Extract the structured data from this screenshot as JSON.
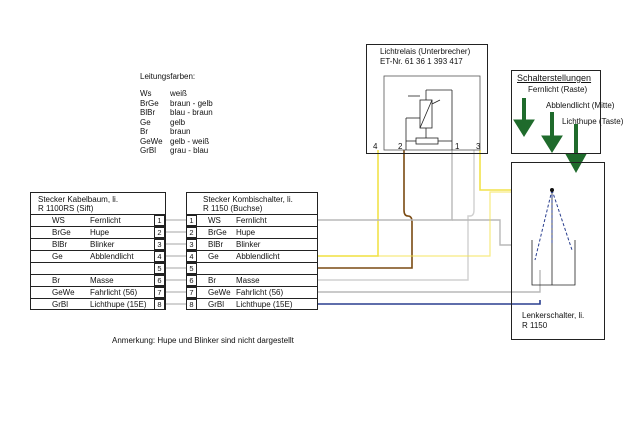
{
  "legend": {
    "title": "Leitungsfarben:",
    "items": [
      {
        "code": "Ws",
        "desc": "weiß"
      },
      {
        "code": "BrGe",
        "desc": "braun - gelb"
      },
      {
        "code": "BlBr",
        "desc": "blau - braun"
      },
      {
        "code": "Ge",
        "desc": "gelb"
      },
      {
        "code": "Br",
        "desc": "braun"
      },
      {
        "code": "GeWe",
        "desc": "gelb - weiß"
      },
      {
        "code": "GrBl",
        "desc": "grau - blau"
      }
    ]
  },
  "relay": {
    "title": "Lichtrelais (Unterbrecher)",
    "part_no": "ET-Nr. 61 36 1 393 417",
    "pins": [
      "4",
      "2",
      "1",
      "3"
    ]
  },
  "switch_positions": {
    "title": "Schalterstellungen",
    "items": [
      "Fernlicht (Raste)",
      "Abblendlicht (Mitte)",
      "Lichthupe (Taste)"
    ]
  },
  "left_plug": {
    "title": "Stecker Kabelbaum, li.",
    "subtitle": "R 1100RS (Sift)",
    "rows": [
      {
        "code": "WS",
        "func": "Fernlicht",
        "num": "1"
      },
      {
        "code": "BrGe",
        "func": "Hupe",
        "num": "2"
      },
      {
        "code": "BlBr",
        "func": "Blinker",
        "num": "3"
      },
      {
        "code": "Ge",
        "func": "Abblendlicht",
        "num": "4"
      },
      {
        "code": "",
        "func": "",
        "num": "5"
      },
      {
        "code": "Br",
        "func": "Masse",
        "num": "6"
      },
      {
        "code": "GeWe",
        "func": "Fahrlicht (56)",
        "num": "7"
      },
      {
        "code": "GrBl",
        "func": "Lichthupe (15E)",
        "num": "8"
      }
    ]
  },
  "right_plug": {
    "title": "Stecker Kombischalter, li.",
    "subtitle": "R 1150 (Buchse)",
    "rows": [
      {
        "num": "1",
        "code": "WS",
        "func": "Fernlicht"
      },
      {
        "num": "2",
        "code": "BrGe",
        "func": "Hupe"
      },
      {
        "num": "3",
        "code": "BlBr",
        "func": "Blinker"
      },
      {
        "num": "4",
        "code": "Ge",
        "func": "Abblendlicht"
      },
      {
        "num": "5",
        "code": "",
        "func": ""
      },
      {
        "num": "6",
        "code": "Br",
        "func": "Masse"
      },
      {
        "num": "7",
        "code": "GeWe",
        "func": "Fahrlicht (56)"
      },
      {
        "num": "8",
        "code": "GrBl",
        "func": "Lichthupe (15E)"
      }
    ]
  },
  "handlebar_switch": {
    "title": "Lenkerschalter, li.",
    "subtitle": "R 1150"
  },
  "note": "Anmerkung: Hupe und Blinker sind nicht dargestellt",
  "colors": {
    "yellow": "#f2e24a",
    "brown": "#7a4a12",
    "blue": "#2a3f8f",
    "grey": "#b8b8b8",
    "green": "#1f6b2c"
  }
}
